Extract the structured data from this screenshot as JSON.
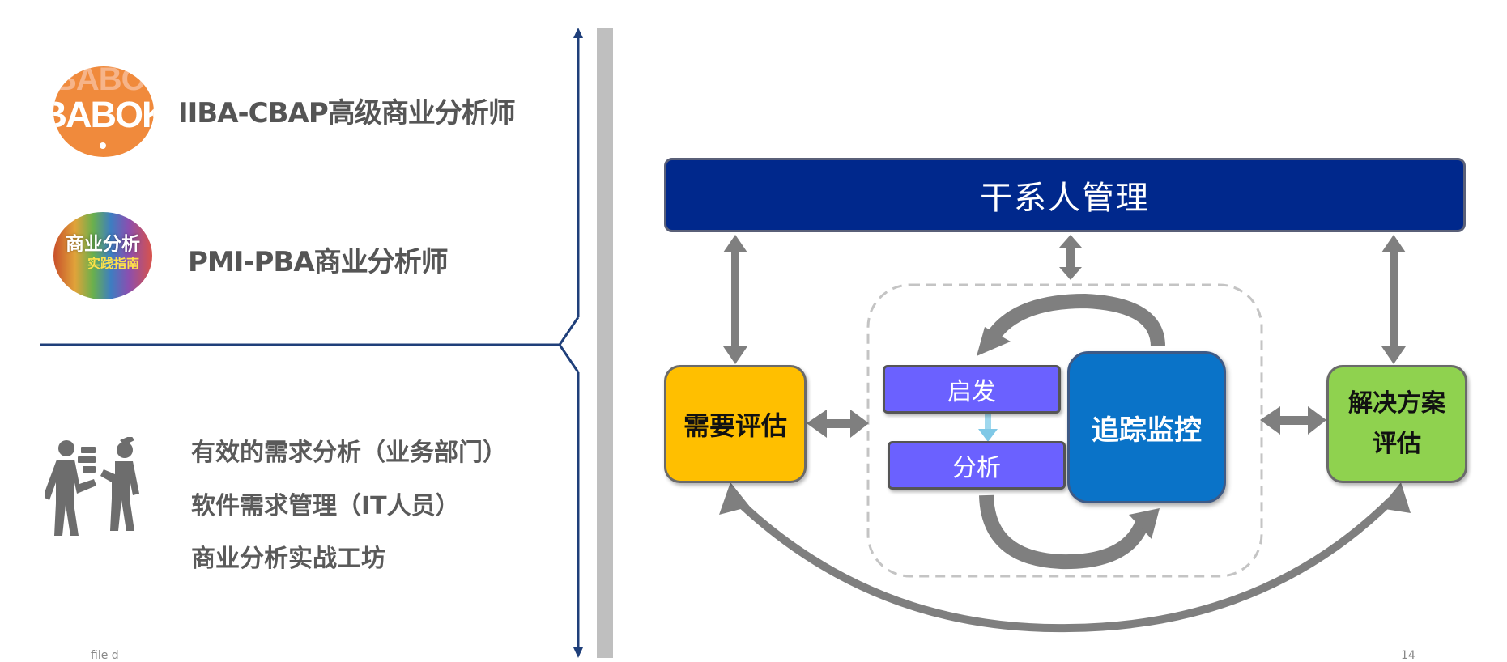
{
  "certifications": [
    {
      "logo_label": "BABOK",
      "logo_ghost_label": "BABOK",
      "title": "IIBA-CBAP高级商业分析师"
    },
    {
      "logo_label_line1": "商业分析",
      "logo_label_line2": "实践指南",
      "title": "PMI-PBA商业分析师"
    }
  ],
  "workshop": {
    "icon": "people-working-icon",
    "items": [
      "有效的需求分析（业务部门）",
      "软件需求管理（IT人员）",
      "商业分析实战工坊"
    ]
  },
  "diagram": {
    "stakeholder_management": "干系人管理",
    "needs_assessment": "需要评估",
    "elicitation": "启发",
    "analysis": "分析",
    "tracking_monitoring": "追踪监控",
    "solution_evaluation_line1": "解决方案",
    "solution_evaluation_line2": "评估"
  },
  "footer": {
    "left": "file          d",
    "right": "14"
  },
  "colors": {
    "stakeholder": "#00288c",
    "needs": "#ffbf00",
    "solution": "#8fd24f",
    "tracking": "#0a73c8",
    "process": "#6b61ff",
    "arrow": "#7f7f7f",
    "divider_line": "#1f3f7a",
    "divider_bar": "#bfbfbf",
    "text_gray": "#555555"
  }
}
